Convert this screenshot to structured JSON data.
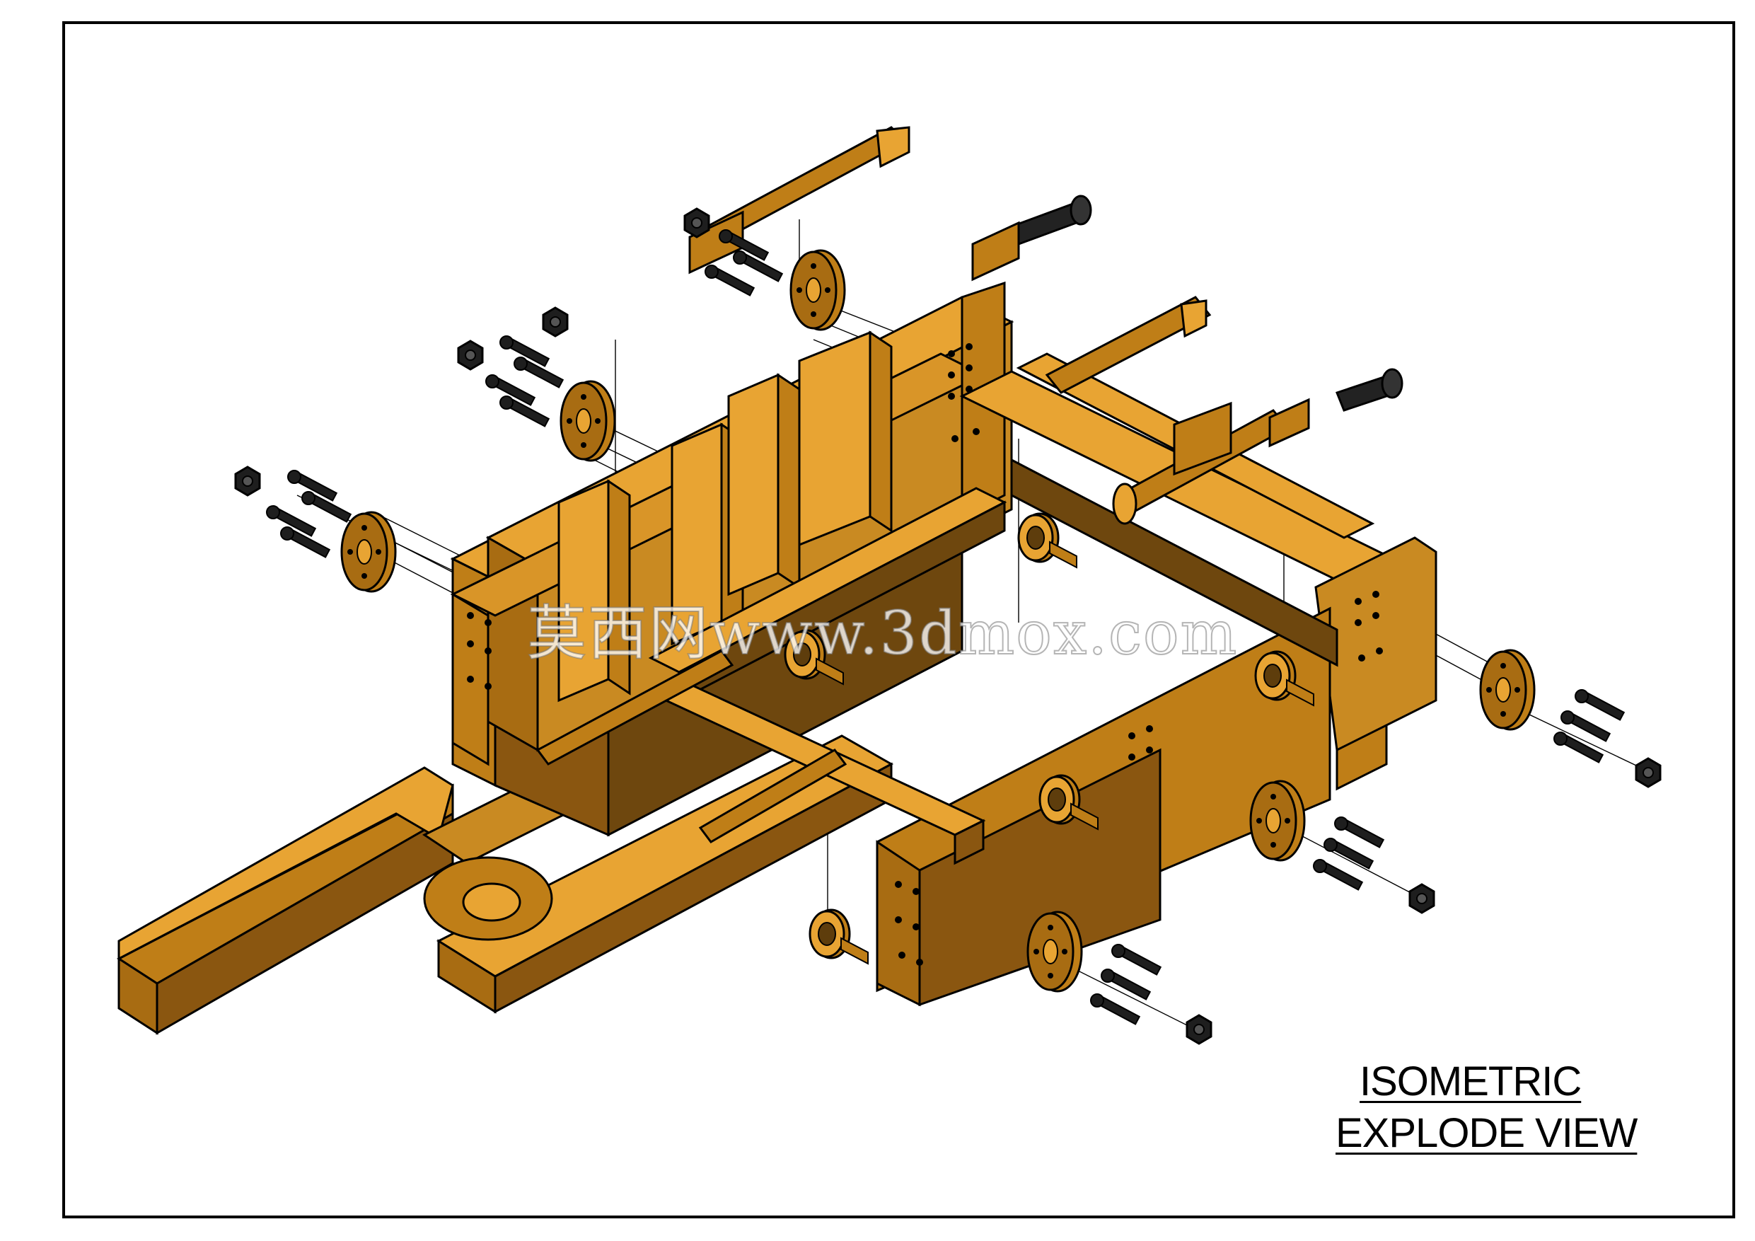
{
  "drawing": {
    "caption_line1": "ISOMETRIC",
    "caption_line2": "EXPLODE VIEW",
    "watermark_text": "莫西网www.3dmox.com"
  },
  "colors": {
    "part_light": "#e8a433",
    "part_mid": "#bf7e17",
    "part_dark": "#5e3d0c",
    "fastener": "#1e1e1e",
    "outline": "#000000",
    "frame": "#000000"
  },
  "icons": [
    "bolt-icon",
    "nut-icon",
    "flange-icon",
    "pin-icon"
  ]
}
